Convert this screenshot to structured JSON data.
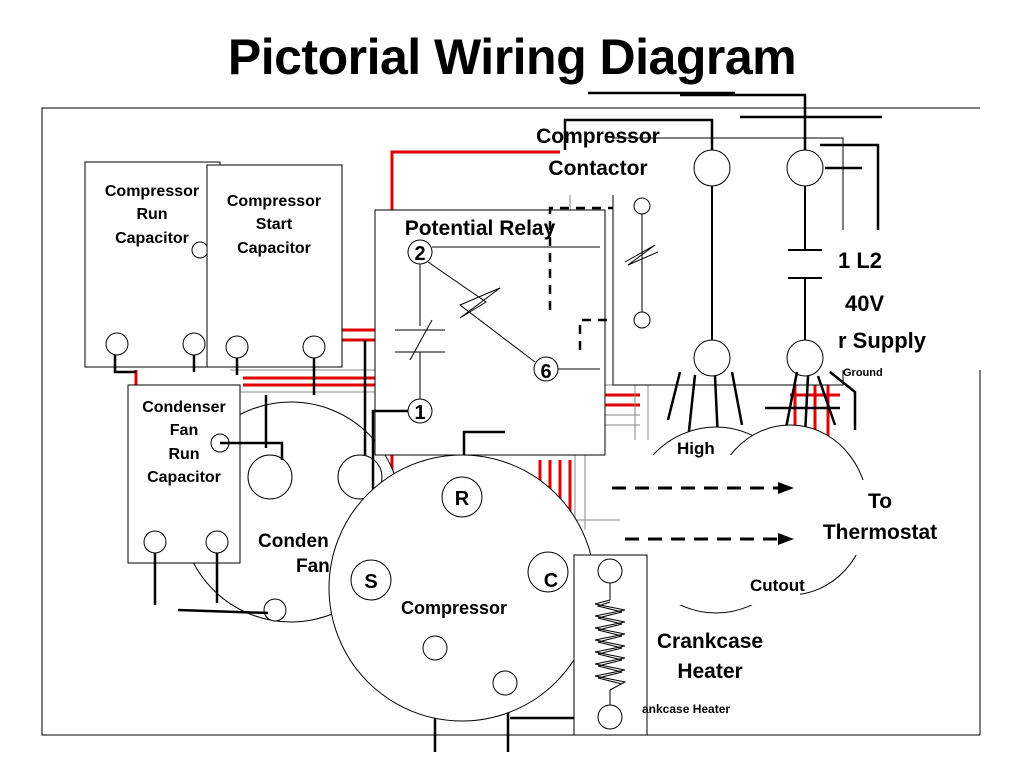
{
  "title": "Pictorial Wiring Diagram",
  "components": {
    "run_cap_line1": "Compressor",
    "run_cap_line2": "Run",
    "run_cap_line3": "Capacitor",
    "start_cap_line1": "Compressor",
    "start_cap_line2": "Start",
    "start_cap_line3": "Capacitor",
    "fan_cap_line1": "Condenser",
    "fan_cap_line2": "Fan",
    "fan_cap_line3": "Run",
    "fan_cap_line4": "Capacitor",
    "fan_motor_line1": "Conden",
    "fan_motor_line2": "Fan",
    "relay_label": "Potential Relay",
    "relay_t2": "2",
    "relay_t6": "6",
    "relay_t1": "1",
    "comp_r": "R",
    "comp_s": "S",
    "comp_c": "C",
    "compressor_label": "Compressor",
    "contactor_line1": "Compressor",
    "contactor_line2": "Contactor",
    "l1l2": "1  L2",
    "volts": "40V",
    "supply": "r Supply",
    "ground": "Ground",
    "high": "High",
    "to_line1": "To",
    "to_line2": "Thermostat",
    "cutout": "Cutout",
    "crankcase_line1": "Crankcase",
    "crankcase_line2": "Heater",
    "crankcase_small": "ankcase Heater"
  },
  "colors": {
    "wire_red": "#e00000",
    "wire_black": "#000000"
  }
}
